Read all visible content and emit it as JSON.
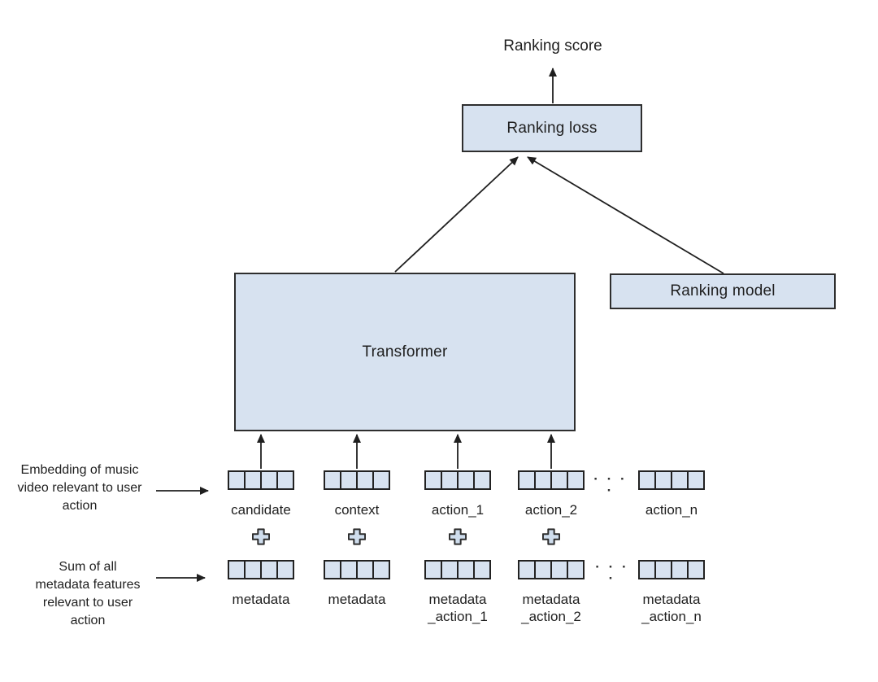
{
  "nodes": {
    "ranking_score": "Ranking score",
    "ranking_loss": "Ranking loss",
    "transformer": "Transformer",
    "ranking_model": "Ranking model"
  },
  "embedding_row": {
    "cells_per_token": 4,
    "ellipsis": "· · · ·",
    "items": [
      {
        "label": "candidate",
        "plus": true
      },
      {
        "label": "context",
        "plus": true
      },
      {
        "label": "action_1",
        "plus": true
      },
      {
        "label": "action_2",
        "plus": true
      },
      {
        "label": "action_n",
        "plus": false
      }
    ]
  },
  "metadata_row": {
    "cells_per_token": 4,
    "ellipsis": "· · · ·",
    "items": [
      {
        "label": "metadata"
      },
      {
        "label": "metadata"
      },
      {
        "label": "metadata\n_action_1"
      },
      {
        "label": "metadata\n_action_2"
      },
      {
        "label": "metadata\n_action_n"
      }
    ]
  },
  "annotations": {
    "embedding_note": "Embedding of music\nvideo relevant to user\naction",
    "metadata_note": "Sum of all\nmetadata features\nrelevant to user\naction"
  },
  "colors": {
    "node_fill": "#d7e2f0",
    "node_border": "#2e2e2e",
    "line": "#1f1f1f",
    "background": "#ffffff"
  }
}
